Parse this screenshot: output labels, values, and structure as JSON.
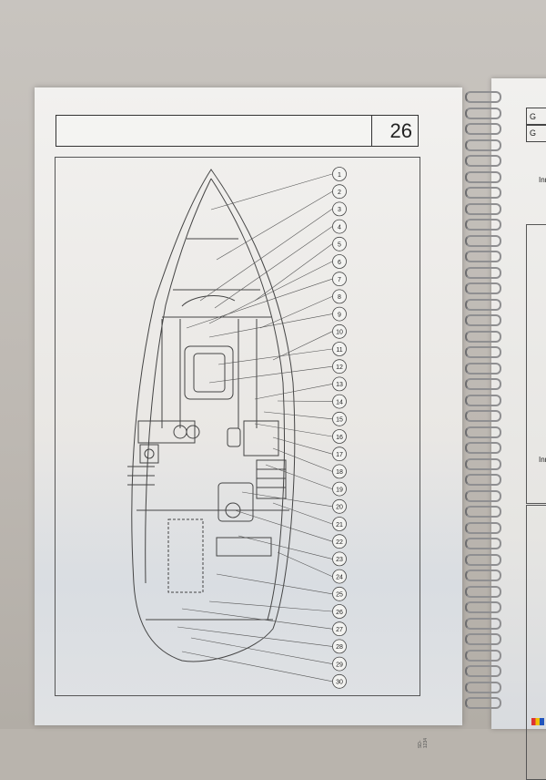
{
  "manual_page": {
    "page_number": "26",
    "side_code": "SD-1234",
    "callouts": [
      "1",
      "2",
      "3",
      "4",
      "5",
      "6",
      "7",
      "8",
      "9",
      "10",
      "11",
      "12",
      "13",
      "14",
      "15",
      "16",
      "17",
      "18",
      "19",
      "20",
      "21",
      "22",
      "23",
      "24",
      "25",
      "26",
      "27",
      "28",
      "29",
      "30"
    ]
  },
  "next_page": {
    "header_1": "G",
    "header_2": "G",
    "section_1": "Inn",
    "section_2": "Inn"
  }
}
